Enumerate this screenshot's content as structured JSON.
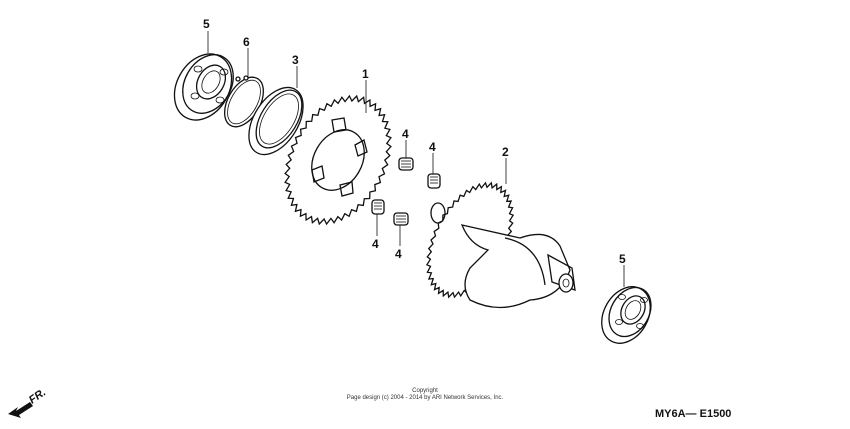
{
  "diagram": {
    "part_numbers": {
      "gear_1": "1",
      "balancer_shaft_2": "2",
      "washer_3": "3",
      "spring_4_a": "4",
      "spring_4_b": "4",
      "spring_4_c": "4",
      "spring_4_d": "4",
      "bearing_5_left": "5",
      "bearing_5_right": "5",
      "snap_ring_6": "6"
    },
    "direction_label": "FR.",
    "diagram_code": "MY6A— E1500",
    "copyright": {
      "line1": "Copyright",
      "line2": "Page design (c) 2004 - 2014 by ARI Network Services, Inc."
    }
  }
}
